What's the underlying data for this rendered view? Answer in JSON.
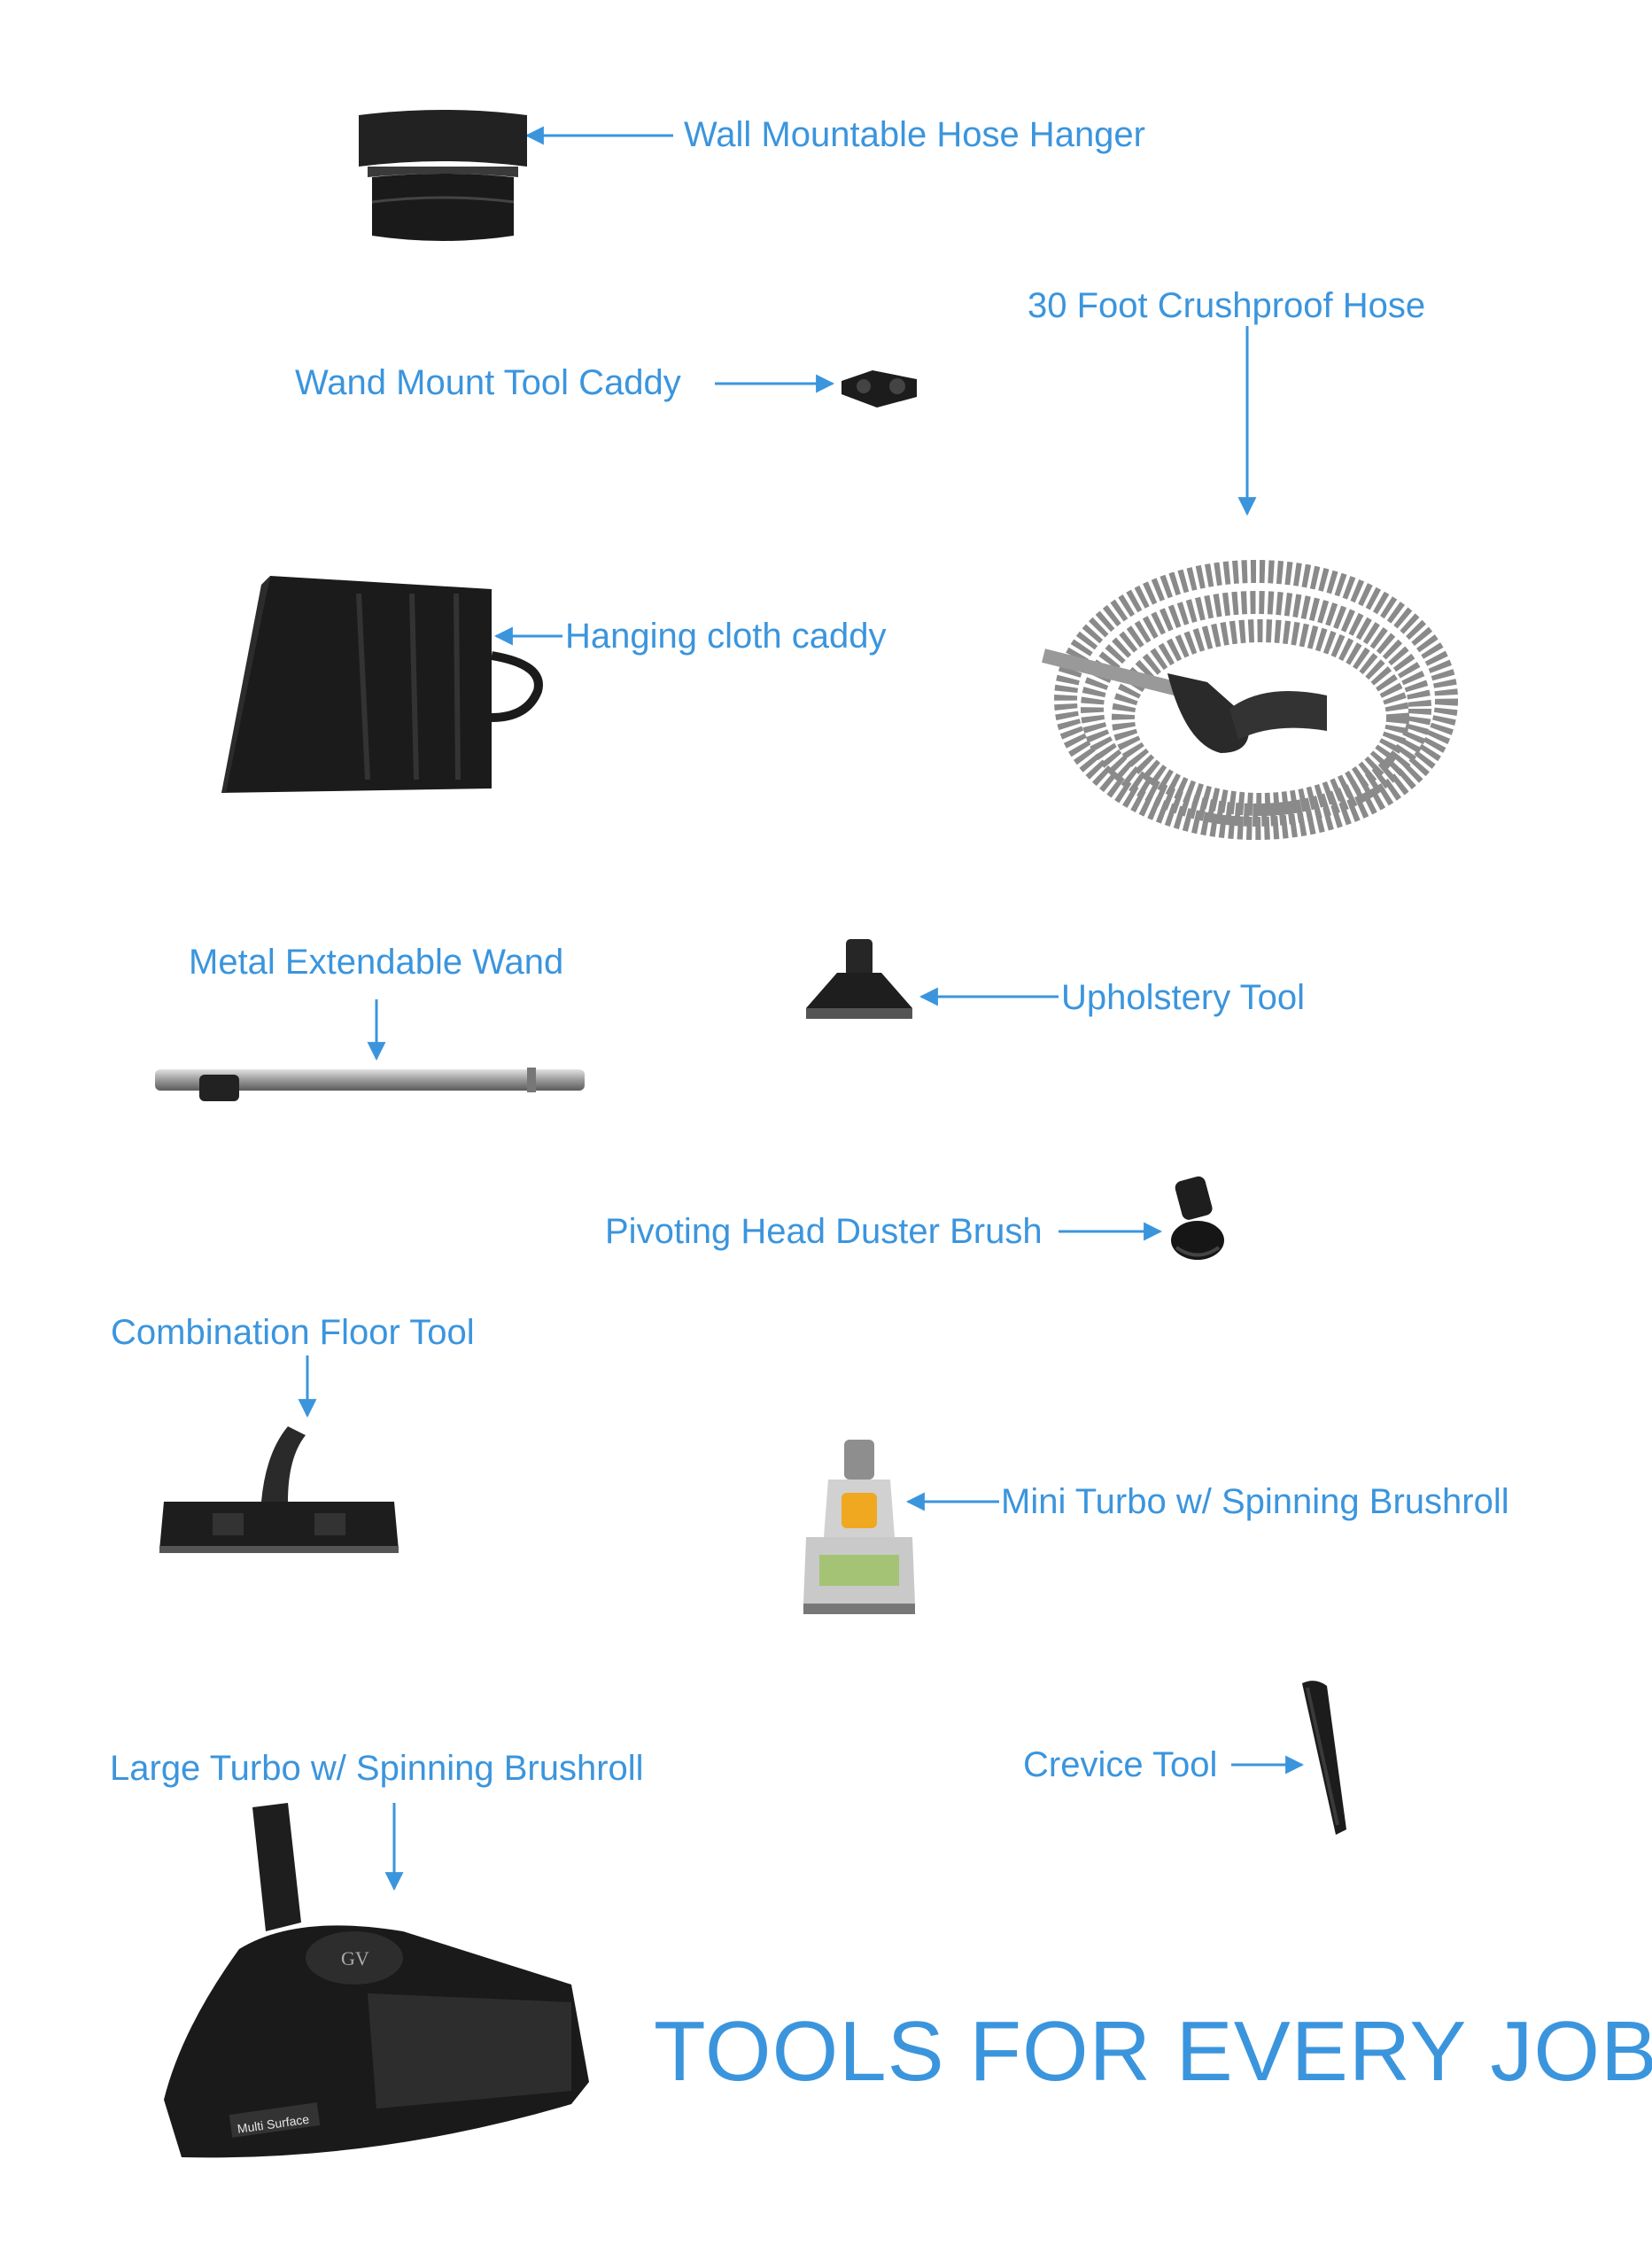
{
  "accent_color": "#3b95dd",
  "headline": "TOOLS FOR EVERY JOB",
  "labels": {
    "hose_hanger": "Wall Mountable Hose Hanger",
    "crushproof_hose": "30 Foot Crushproof Hose",
    "tool_caddy": "Wand Mount Tool Caddy",
    "cloth_caddy": "Hanging cloth caddy",
    "wand": "Metal Extendable Wand",
    "upholstery": "Upholstery Tool",
    "duster": "Pivoting Head Duster Brush",
    "floor_tool": "Combination Floor Tool",
    "mini_turbo": "Mini Turbo w/ Spinning Brushroll",
    "crevice": "Crevice Tool",
    "large_turbo": "Large Turbo w/ Spinning Brushroll"
  },
  "product_marks": {
    "turbo_logo": "GV",
    "turbo_badge": "Multi Surface"
  }
}
